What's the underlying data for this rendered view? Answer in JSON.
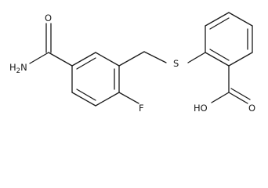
{
  "molecule": {
    "labels": {
      "amide_n": "H2N",
      "amide_o": "O",
      "fluorine": "F",
      "sulfur": "S",
      "acid_o": "O",
      "acid_oh": "HO"
    },
    "stroke_color": "#1a1a1a",
    "background_color": "#ffffff"
  }
}
